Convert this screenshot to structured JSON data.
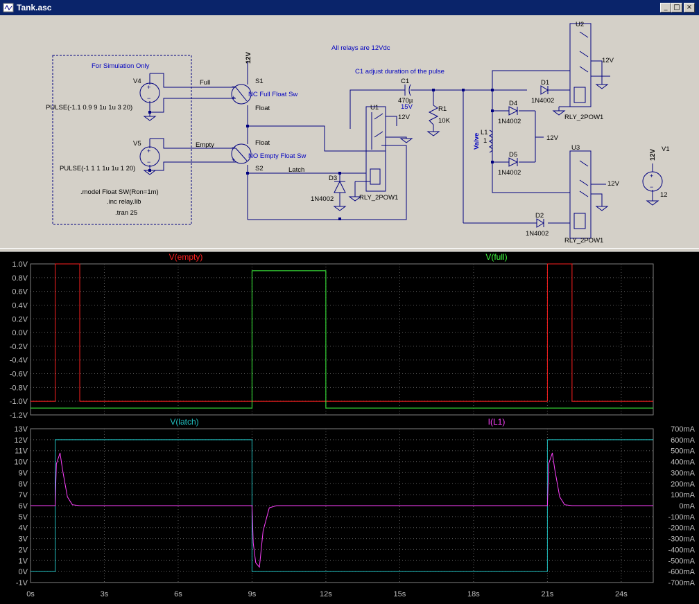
{
  "window": {
    "title": "Tank.asc",
    "buttons": {
      "minimize": "_",
      "maximize": "□",
      "close": "×"
    }
  },
  "schematic": {
    "sim_box_label": "For Simulation Only",
    "relays_note": "All relays are 12Vdc",
    "c1_note": "C1 adjust duration of the pulse",
    "v4": {
      "name": "V4",
      "value": "PULSE(-1.1 0.9 9 1u 1u 3 20)"
    },
    "v5": {
      "name": "V5",
      "value": "PULSE(-1 1 1 1u 1u 1 20)"
    },
    "directives": [
      ".model Float SW(Ron=1m)",
      ".inc relay.lib",
      ".tran 25"
    ],
    "nets": {
      "full": "Full",
      "empty": "Empty",
      "latch": "Latch",
      "float1": "Float",
      "float2": "Float"
    },
    "supply_label": "12V",
    "s1": {
      "name": "S1",
      "value": "NC Full Float Sw"
    },
    "s2": {
      "name": "S2",
      "value": "NO Empty Float Sw"
    },
    "c1": {
      "name": "C1",
      "value": "470µ",
      "rating": "15V"
    },
    "r1": {
      "name": "R1",
      "value": "10K"
    },
    "l1": {
      "name": "L1",
      "value": "1",
      "tag": "Valve"
    },
    "diode_model": "1N4002",
    "diodes": [
      "D1",
      "D2",
      "D3",
      "D4",
      "D5"
    ],
    "relay_model": "RLY_2POW1",
    "relays": [
      "U1",
      "U2",
      "U3"
    ],
    "v1": {
      "name": "V1",
      "value": "12"
    }
  },
  "plot": {
    "pane1": {
      "trace1": "V(empty)",
      "trace2": "V(full)",
      "yticks": [
        "1.0V",
        "0.8V",
        "0.6V",
        "0.4V",
        "0.2V",
        "0.0V",
        "-0.2V",
        "-0.4V",
        "-0.6V",
        "-0.8V",
        "-1.0V",
        "-1.2V"
      ]
    },
    "pane2": {
      "trace1": "V(latch)",
      "trace2": "I(L1)",
      "yticks_left": [
        "13V",
        "12V",
        "11V",
        "10V",
        "9V",
        "8V",
        "7V",
        "6V",
        "5V",
        "4V",
        "3V",
        "2V",
        "1V",
        "0V",
        "-1V"
      ],
      "yticks_right": [
        "700mA",
        "600mA",
        "500mA",
        "400mA",
        "300mA",
        "200mA",
        "100mA",
        "0mA",
        "-100mA",
        "-200mA",
        "-300mA",
        "-400mA",
        "-500mA",
        "-600mA",
        "-700mA"
      ]
    },
    "xticks": [
      "0s",
      "3s",
      "6s",
      "9s",
      "12s",
      "15s",
      "18s",
      "21s",
      "24s"
    ]
  },
  "colors": {
    "empty": "#ff2020",
    "full": "#40ff40",
    "latch": "#20c0c0",
    "il1": "#ff40ff",
    "wire": "#000080",
    "label": "#000000",
    "note": "#0000c0"
  },
  "chart_data": [
    {
      "type": "line",
      "title": "",
      "xlabel": "",
      "ylabel": "",
      "xlim": [
        0,
        25.3
      ],
      "ylim": [
        -1.2,
        1.0
      ],
      "grid": true,
      "legend": "top",
      "series": [
        {
          "name": "V(empty)",
          "x": [
            0,
            1,
            1,
            2,
            2,
            21,
            21,
            22,
            22,
            25.3
          ],
          "y": [
            -1,
            -1,
            1,
            1,
            -1,
            -1,
            1,
            1,
            -1,
            -1
          ]
        },
        {
          "name": "V(full)",
          "x": [
            0,
            9,
            9,
            12,
            12,
            25.3
          ],
          "y": [
            -1.1,
            -1.1,
            0.9,
            0.9,
            -1.1,
            -1.1
          ]
        }
      ]
    },
    {
      "type": "line",
      "title": "",
      "xlabel": "",
      "ylabel": "",
      "xlim": [
        0,
        25.3
      ],
      "ylim": [
        -1,
        13
      ],
      "y2lim": [
        -700,
        700
      ],
      "grid": true,
      "legend": "top",
      "series": [
        {
          "name": "V(latch)",
          "axis": "left",
          "x": [
            0,
            1,
            1,
            9,
            9,
            21,
            21,
            25.3
          ],
          "y": [
            0,
            0,
            12,
            12,
            0,
            0,
            12,
            12
          ]
        },
        {
          "name": "I(L1)",
          "axis": "right",
          "x": [
            0,
            1,
            1.05,
            1.2,
            1.3,
            1.5,
            1.7,
            2,
            9,
            9.05,
            9.15,
            9.3,
            9.45,
            9.7,
            10,
            21,
            21.05,
            21.2,
            21.3,
            21.5,
            21.7,
            22,
            25.3
          ],
          "y": [
            0,
            0,
            380,
            480,
            330,
            80,
            8,
            0,
            0,
            -340,
            -520,
            -560,
            -230,
            -20,
            0,
            0,
            380,
            480,
            330,
            80,
            8,
            0,
            0
          ]
        }
      ]
    }
  ]
}
